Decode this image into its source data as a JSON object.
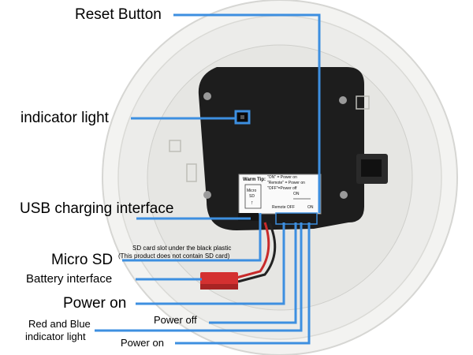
{
  "labels": {
    "reset_button": "Reset Button",
    "indicator_light": "indicator light",
    "usb_charging": "USB charging interface",
    "micro_sd": "Micro SD",
    "sd_note_1": "SD card slot under the black plastic",
    "sd_note_2": "(This product does not contain SD card)",
    "battery_interface": "Battery interface",
    "power_on_1": "Power on",
    "power_off": "Power off",
    "red_blue_1": "Red and Blue",
    "red_blue_2": "indicator light",
    "power_on_2": "Power on"
  },
  "sticker": {
    "warm_tip_title": "Warm Tip:",
    "tip_line_1": "\"ON\" = Power on",
    "tip_line_2": "\"Remote\" = Power on",
    "tip_line_3": "\"OFF\"=Power off",
    "on_top": "ON",
    "remote_off": "Remote OFF",
    "on_bottom": "ON",
    "micro_sd_line1": "Micro",
    "micro_sd_line2": "SD"
  },
  "colors": {
    "callout_blue": "#3d8fe0",
    "panel_black": "#1d1d1d",
    "housing": "#f1f1ef",
    "battery_red": "#d43030"
  }
}
